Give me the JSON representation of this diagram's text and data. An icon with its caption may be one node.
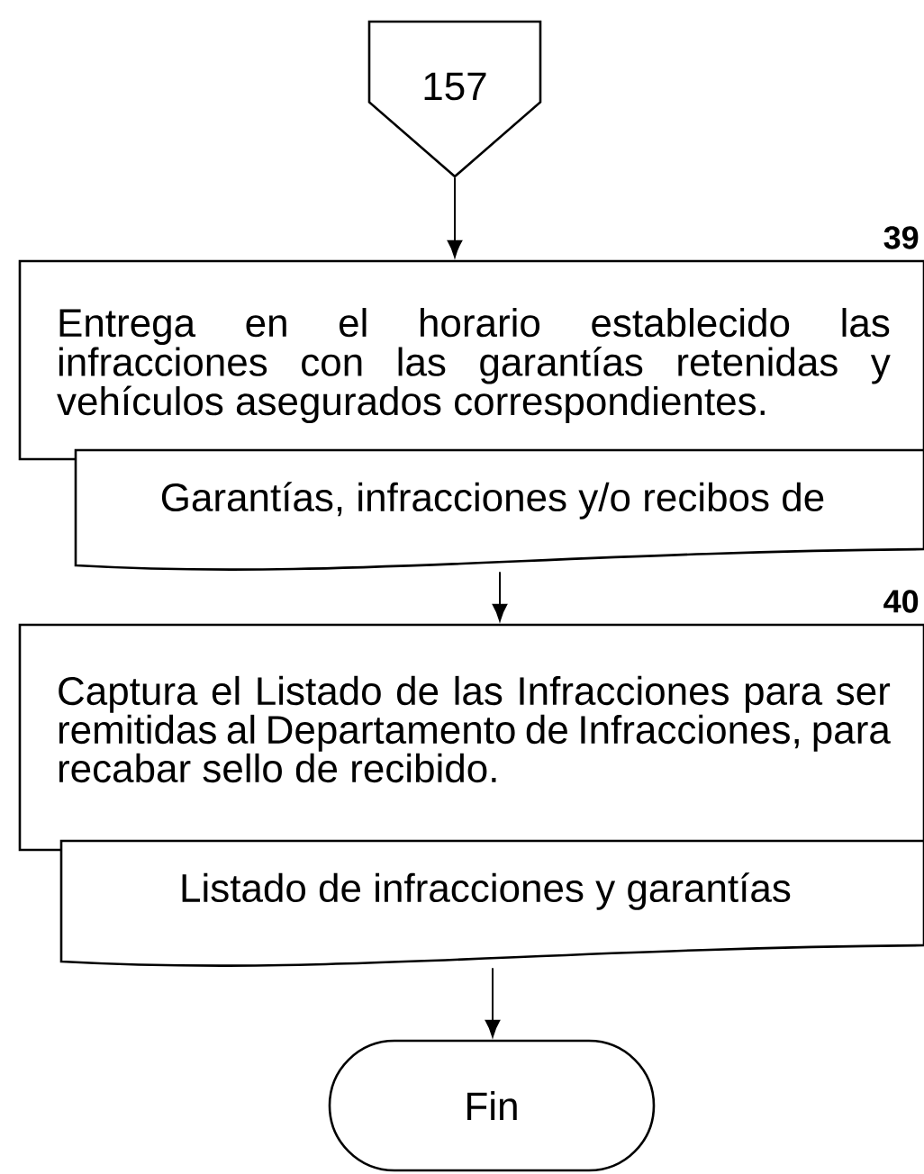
{
  "diagram": {
    "nodes": [
      {
        "text": [
          "157"
        ]
      },
      {
        "text": [
          "Entrega en el horario establecido las infracciones con las garantías retenidas y vehículos asegurados correspondientes."
        ],
        "beside": [
          "39"
        ]
      },
      {
        "text": [
          "Garantías, infracciones y/o recibos de"
        ]
      },
      {
        "text": [
          "Captura el Listado de las Infracciones para ser remitidas al Departamento de Infracciones, para recabar sello de recibido."
        ],
        "beside": [
          "40"
        ]
      },
      {
        "text": [
          "Listado de infracciones y garantías"
        ]
      },
      {
        "text": [
          "Fin"
        ]
      }
    ],
    "edges": [
      {
        "from": 0,
        "to": 1,
        "arrow": "to"
      },
      {
        "from": 2,
        "to": 3,
        "arrow": "to"
      },
      {
        "from": 4,
        "to": 5,
        "arrow": "to"
      }
    ]
  }
}
